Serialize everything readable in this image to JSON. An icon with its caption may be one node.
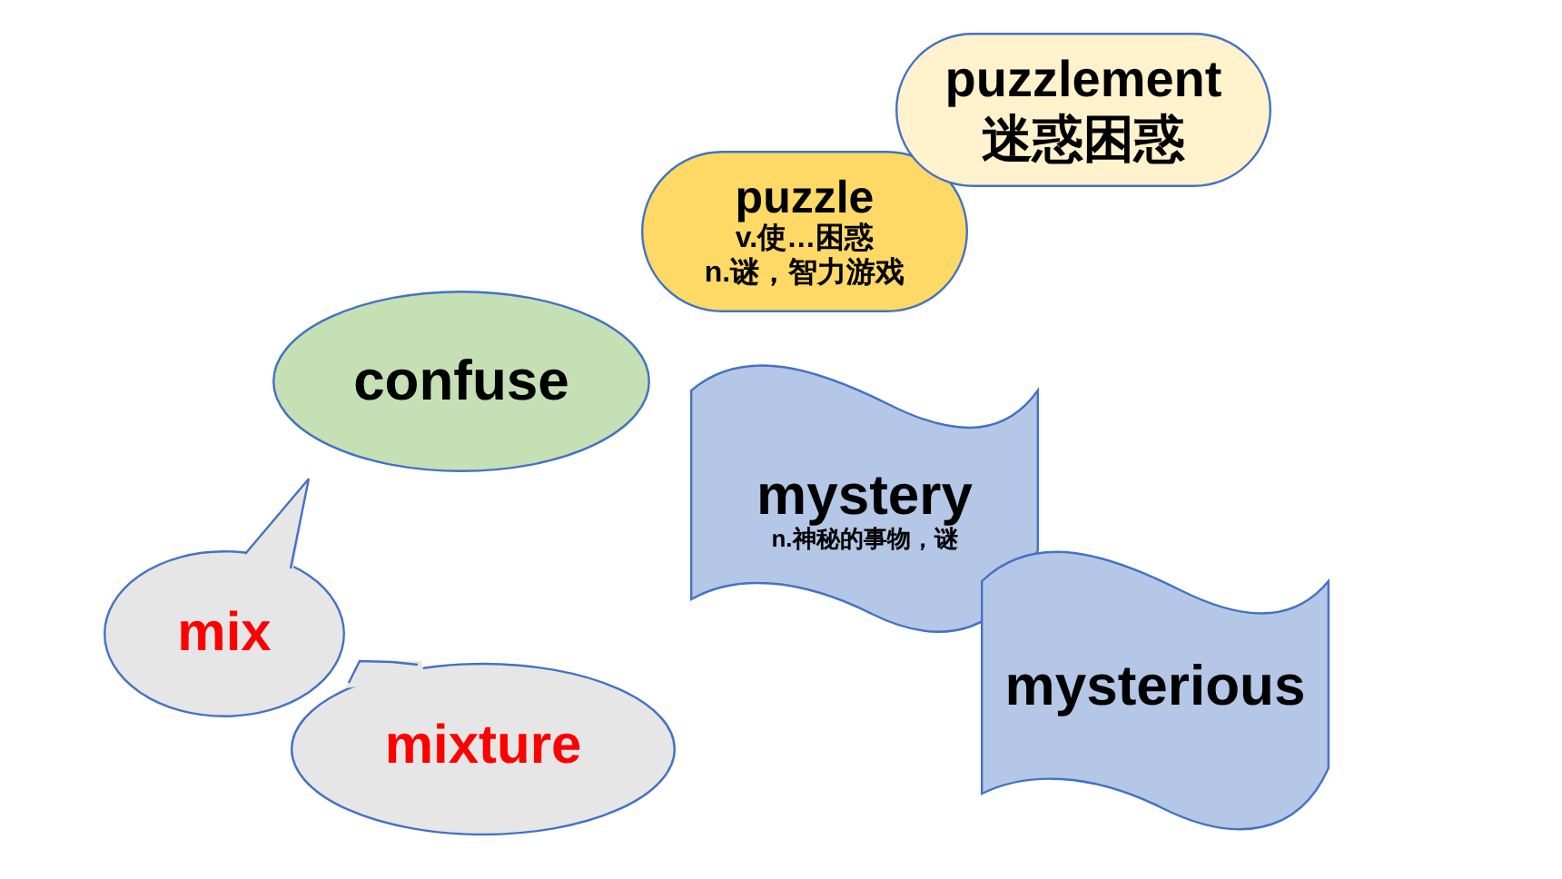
{
  "diagram": {
    "nodes": [
      {
        "text": [
          "puzzlement",
          "迷惑困惑"
        ]
      },
      {
        "text": [
          "puzzle",
          "v.使…困惑",
          "n.谜，智力游戏"
        ]
      },
      {
        "text": [
          "confuse"
        ]
      },
      {
        "text": [
          "mystery",
          "n.神秘的事物，谜"
        ]
      },
      {
        "text": [
          "mysterious"
        ]
      },
      {
        "text": [
          "mix"
        ]
      },
      {
        "text": [
          "mixture"
        ]
      }
    ]
  }
}
